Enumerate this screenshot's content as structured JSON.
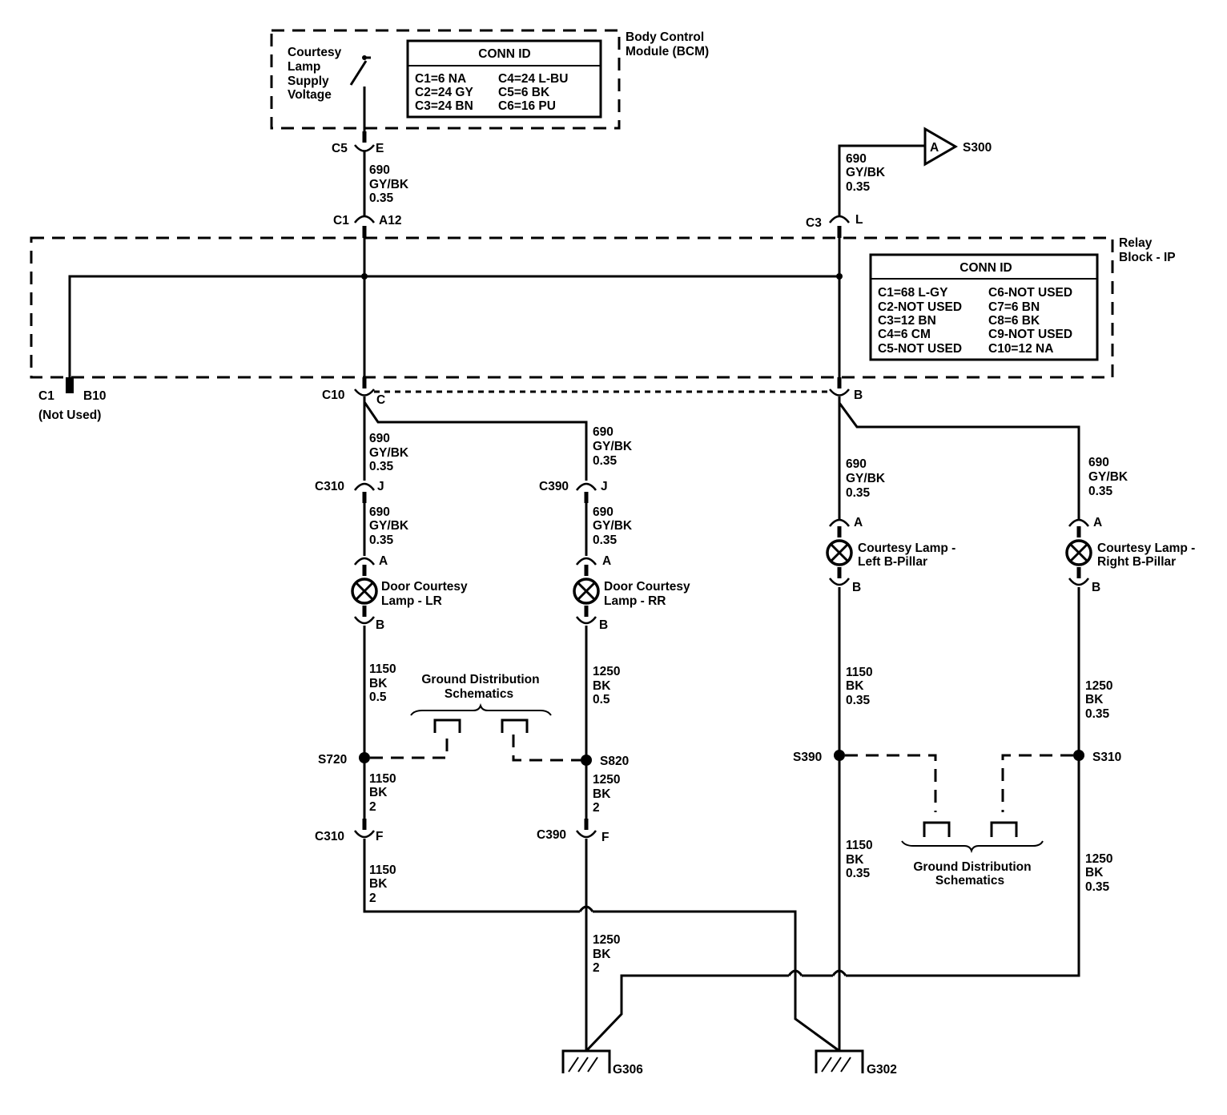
{
  "bcm": {
    "title_line1": "Body Control",
    "title_line2": "Module (BCM)",
    "switch_label": [
      "Courtesy",
      "Lamp",
      "Supply",
      "Voltage"
    ],
    "conn_id_title": "CONN ID",
    "conn_rows": [
      [
        "C1=6 NA",
        "C4=24 L-BU"
      ],
      [
        "C2=24 GY",
        "C5=6 BK"
      ],
      [
        "C3=24 BN",
        "C6=16 PU"
      ]
    ]
  },
  "relay_block": {
    "title_line1": "Relay",
    "title_line2": "Block - IP",
    "conn_id_title": "CONN ID",
    "conn_rows": [
      [
        "C1=68 L-GY",
        "C6-NOT USED"
      ],
      [
        "C2-NOT USED",
        "C7=6 BN"
      ],
      [
        "C3=12 BN",
        "C8=6 BK"
      ],
      [
        "C4=6 CM",
        "C9-NOT USED"
      ],
      [
        "C5-NOT USED",
        "C10=12 NA"
      ]
    ],
    "unused_pin": {
      "conn": "C1",
      "pin": "B10",
      "note": "(Not Used)"
    }
  },
  "connectors": {
    "c5": {
      "conn": "C5",
      "pin": "E"
    },
    "c1": {
      "conn": "C1",
      "pin": "A12"
    },
    "c3": {
      "conn": "C3",
      "pin": "L"
    },
    "c10": {
      "conn": "C10",
      "pin_c": "C",
      "pin_b": "B"
    },
    "c310_j": {
      "conn": "C310",
      "pin": "J"
    },
    "c390_j": {
      "conn": "C390",
      "pin": "J"
    },
    "c310_f": {
      "conn": "C310",
      "pin": "F"
    },
    "c390_f": {
      "conn": "C390",
      "pin": "F"
    }
  },
  "offpage": {
    "letter": "A",
    "splice": "S300"
  },
  "wires": {
    "w_690_top": [
      "690",
      "GY/BK",
      "0.35"
    ],
    "w_690_s300": [
      "690",
      "GY/BK",
      "0.35"
    ],
    "w_690_lr1": [
      "690",
      "GY/BK",
      "0.35"
    ],
    "w_690_rr1": [
      "690",
      "GY/BK",
      "0.35"
    ],
    "w_690_lr2": [
      "690",
      "GY/BK",
      "0.35"
    ],
    "w_690_rr2": [
      "690",
      "GY/BK",
      "0.35"
    ],
    "w_690_lb": [
      "690",
      "GY/BK",
      "0.35"
    ],
    "w_690_rb": [
      "690",
      "GY/BK",
      "0.35"
    ],
    "w_1150_lr": [
      "1150",
      "BK",
      "0.5"
    ],
    "w_1250_rr": [
      "1250",
      "BK",
      "0.5"
    ],
    "w_1150_lb": [
      "1150",
      "BK",
      "0.35"
    ],
    "w_1250_rb": [
      "1250",
      "BK",
      "0.35"
    ],
    "w_1150_s720": [
      "1150",
      "BK",
      "2"
    ],
    "w_1250_s820": [
      "1250",
      "BK",
      "2"
    ],
    "w_1150_c310": [
      "1150",
      "BK",
      "2"
    ],
    "w_1250_g306": [
      "1250",
      "BK",
      "2"
    ],
    "w_1150_s390": [
      "1150",
      "BK",
      "0.35"
    ],
    "w_1250_s310": [
      "1250",
      "BK",
      "0.35"
    ]
  },
  "lamps": {
    "lr": {
      "line1": "Door Courtesy",
      "line2": "Lamp - LR",
      "pin_a": "A",
      "pin_b": "B"
    },
    "rr": {
      "line1": "Door Courtesy",
      "line2": "Lamp - RR",
      "pin_a": "A",
      "pin_b": "B"
    },
    "lb": {
      "line1": "Courtesy Lamp -",
      "line2": "Left B-Pillar",
      "pin_a": "A",
      "pin_b": "B"
    },
    "rb": {
      "line1": "Courtesy Lamp -",
      "line2": "Right B-Pillar",
      "pin_a": "A",
      "pin_b": "B"
    }
  },
  "splices": {
    "s720": "S720",
    "s820": "S820",
    "s390": "S390",
    "s310": "S310"
  },
  "ground_dist": {
    "left": [
      "Ground Distribution",
      "Schematics"
    ],
    "right": [
      "Ground Distribution",
      "Schematics"
    ]
  },
  "grounds": {
    "g306": "G306",
    "g302": "G302"
  }
}
